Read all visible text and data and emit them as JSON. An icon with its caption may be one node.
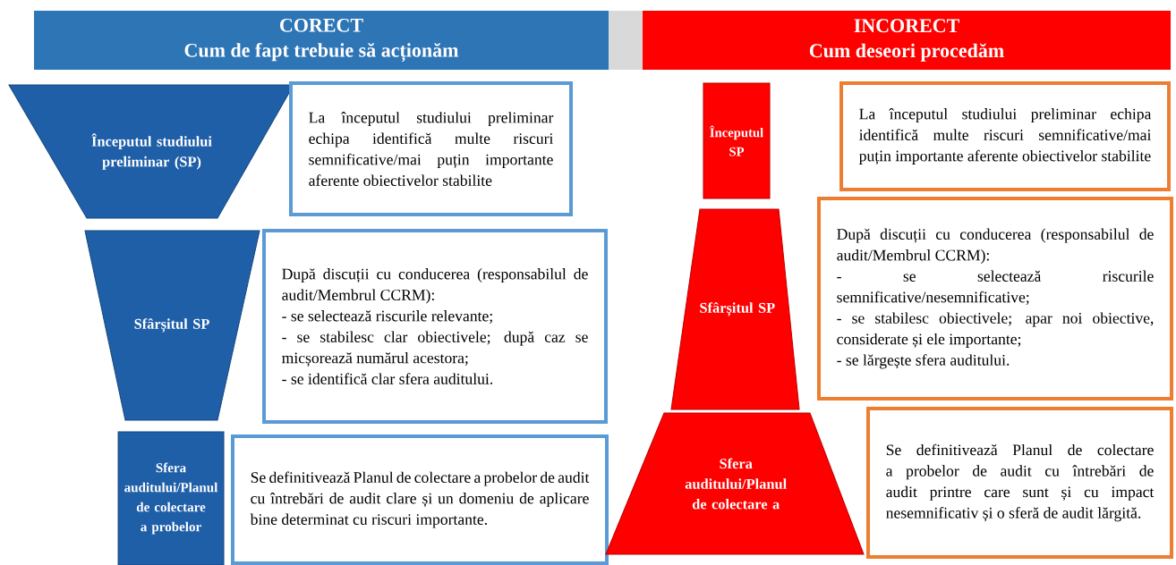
{
  "diagram": {
    "nodes": [
      {
        "text": [
          "CORECT",
          "Cum de fapt trebuie să acționăm"
        ]
      },
      {
        "text": [
          "INCORECT",
          "Cum deseori procedăm"
        ]
      },
      {
        "text": [
          "Începutul studiului preliminar (SP)"
        ]
      },
      {
        "text": [
          "La începutul studiului preliminar echipa identifică multe riscuri semnificative/mai puțin importante aferente obiectivelor stabilite"
        ]
      },
      {
        "text": [
          "Sfârșitul SP"
        ]
      },
      {
        "text": [
          "După discuții cu conducerea (responsabilul de audit/Membrul CCRM):",
          "- se selectează riscurile relevante;",
          "- se stabilesc clar obiectivele; după caz se micșorează numărul acestora;",
          "- se identifică clar sfera auditului."
        ]
      },
      {
        "text": [
          "Sfera auditului/Planul de colectare a probelor"
        ]
      },
      {
        "text": [
          "Se definitivează Planul de colectare a probelor de audit cu întrebări de audit clare și un domeniu de aplicare bine determinat cu riscuri importante."
        ]
      },
      {
        "text": [
          "Începutul SP"
        ]
      },
      {
        "text": [
          "La începutul studiului preliminar echipa identifică multe riscuri semnificative/mai puțin importante aferente obiectivelor stabilite"
        ]
      },
      {
        "text": [
          "Sfârșitul SP"
        ]
      },
      {
        "text": [
          "După discuții cu conducerea (responsabilul de audit/Membrul CCRM):",
          "- se selectează riscurile semnificative/nesemnificative;",
          "- se stabilesc obiectivele; apar noi obiective, considerate și ele importante;",
          "- se lărgește sfera auditului."
        ]
      },
      {
        "text": [
          "Sfera auditului/Planul de colectare a"
        ]
      },
      {
        "text": [
          "Se definitivează Planul de colectare a probelor de audit cu întrebări de audit printre care sunt și cu impact nesemnificativ și o sferă de audit lărgită."
        ]
      }
    ]
  }
}
